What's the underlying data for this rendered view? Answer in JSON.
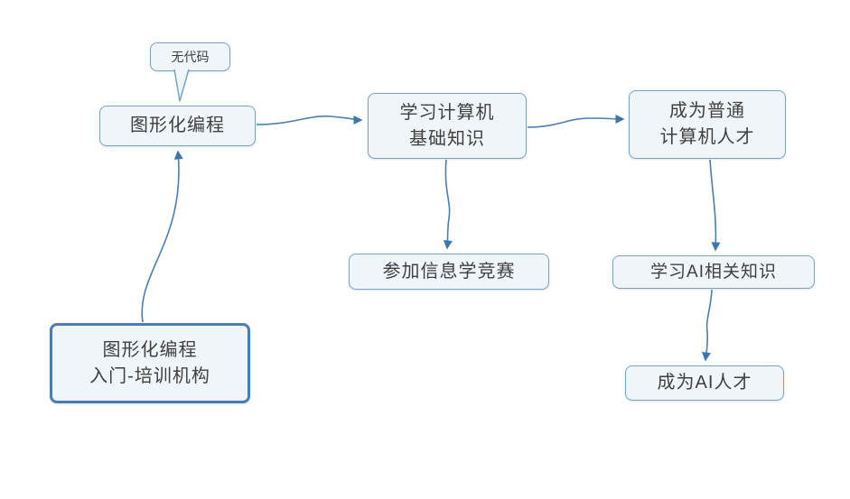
{
  "diagram": {
    "callout": {
      "label": "无代码",
      "attached_to": "graphical-programming"
    },
    "nodes": [
      {
        "id": "graphical-programming",
        "label": "图形化编程",
        "selected": false
      },
      {
        "id": "learn-computer-basics",
        "label": "学习计算机\n基础知识",
        "selected": false
      },
      {
        "id": "become-ordinary-computer-talent",
        "label": "成为普通\n计算机人才",
        "selected": false
      },
      {
        "id": "join-informatics-competition",
        "label": "参加信息学竞赛",
        "selected": false
      },
      {
        "id": "learn-ai-knowledge",
        "label": "学习AI相关知识",
        "selected": false
      },
      {
        "id": "become-ai-talent",
        "label": "成为AI人才",
        "selected": false
      },
      {
        "id": "graphical-programming-intro-training",
        "label": "图形化编程\n入门-培训机构",
        "selected": true
      }
    ],
    "connectors": [
      {
        "from": "graphical-programming-intro-training",
        "to": "graphical-programming"
      },
      {
        "from": "graphical-programming",
        "to": "learn-computer-basics"
      },
      {
        "from": "learn-computer-basics",
        "to": "become-ordinary-computer-talent"
      },
      {
        "from": "learn-computer-basics",
        "to": "join-informatics-competition"
      },
      {
        "from": "become-ordinary-computer-talent",
        "to": "learn-ai-knowledge"
      },
      {
        "from": "learn-ai-knowledge",
        "to": "become-ai-talent"
      }
    ],
    "colors": {
      "node_border": "#76a3c8",
      "selected_border": "#4a7db3",
      "node_fill": "#f0f5fa",
      "connector": "#4a7eae",
      "arrowhead": "#3d76ab",
      "text": "#3f3f3f",
      "background": "#ffffff"
    }
  }
}
